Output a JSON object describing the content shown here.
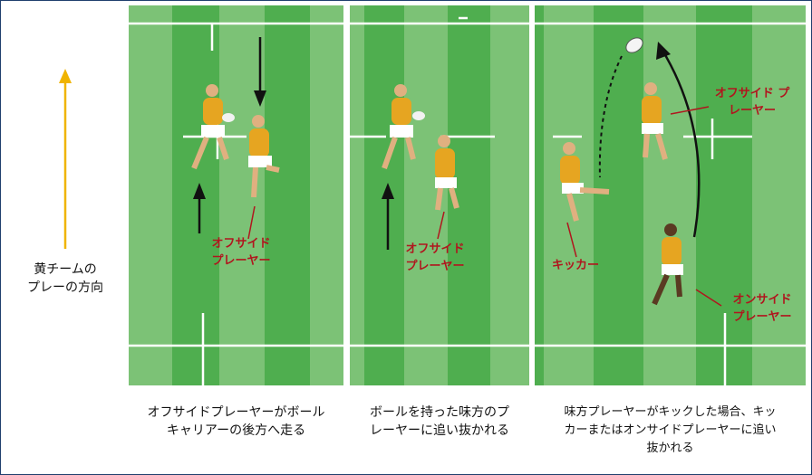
{
  "direction": {
    "line1": "黄チームの",
    "line2": "プレーの方向",
    "arrow_color": "#f0b400"
  },
  "colors": {
    "field_dark": "#4fae4f",
    "field_light": "#7cc276",
    "label_red": "#b0161e",
    "jersey_yellow": "#e6a521"
  },
  "panels": [
    {
      "caption_line1": "オフサイドプレーヤーがボール",
      "caption_line2": "キャリアーの後方へ走る",
      "labels": [
        {
          "line1": "オフサイド",
          "line2": "プレーヤー"
        }
      ]
    },
    {
      "caption_line1": "ボールを持った味方のプ",
      "caption_line2": "レーヤーに追い抜かれる",
      "labels": [
        {
          "line1": "オフサイド",
          "line2": "プレーヤー"
        }
      ]
    },
    {
      "caption_line1": "味方プレーヤーがキックした場合、キッ",
      "caption_line2": "カーまたはオンサイドプレーヤーに追い",
      "caption_line3": "抜かれる",
      "labels": [
        {
          "line1": "オフサイド プ",
          "line2": "レーヤー"
        },
        {
          "line1": "キッカー"
        },
        {
          "line1": "オンサイド",
          "line2": "プレーヤー"
        }
      ]
    }
  ]
}
